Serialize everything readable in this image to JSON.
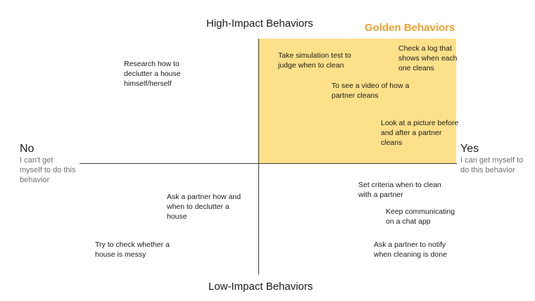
{
  "axes": {
    "top": "High-Impact Behaviors",
    "bottom": "Low-Impact Behaviors",
    "left_label": "No",
    "left_desc": "I can't get myself to do this behavior",
    "right_label": "Yes",
    "right_desc": "I can get myself to do this behavior"
  },
  "golden": {
    "title": "Golden Behaviors",
    "color": "#fde08a",
    "title_color": "#f0a032"
  },
  "behaviors": {
    "research": "Research how to declutter a house himself/herself",
    "simulation_test": "Take simulation test to judge when to clean",
    "check_log": "Check a log that shows when each one cleans",
    "watch_video": "To see a video of how a partner cleans",
    "look_picture": "Look at a picture before and after a partner cleans",
    "set_criteria": "Set criteria when to clean with a partner",
    "ask_how": "Ask a partner how and when to declutter a house",
    "keep_communicating": "Keep communicating on a chat app",
    "check_messy": "Try to check whether a house is messy",
    "ask_notify": "Ask a partner to notify when cleaning is done"
  }
}
